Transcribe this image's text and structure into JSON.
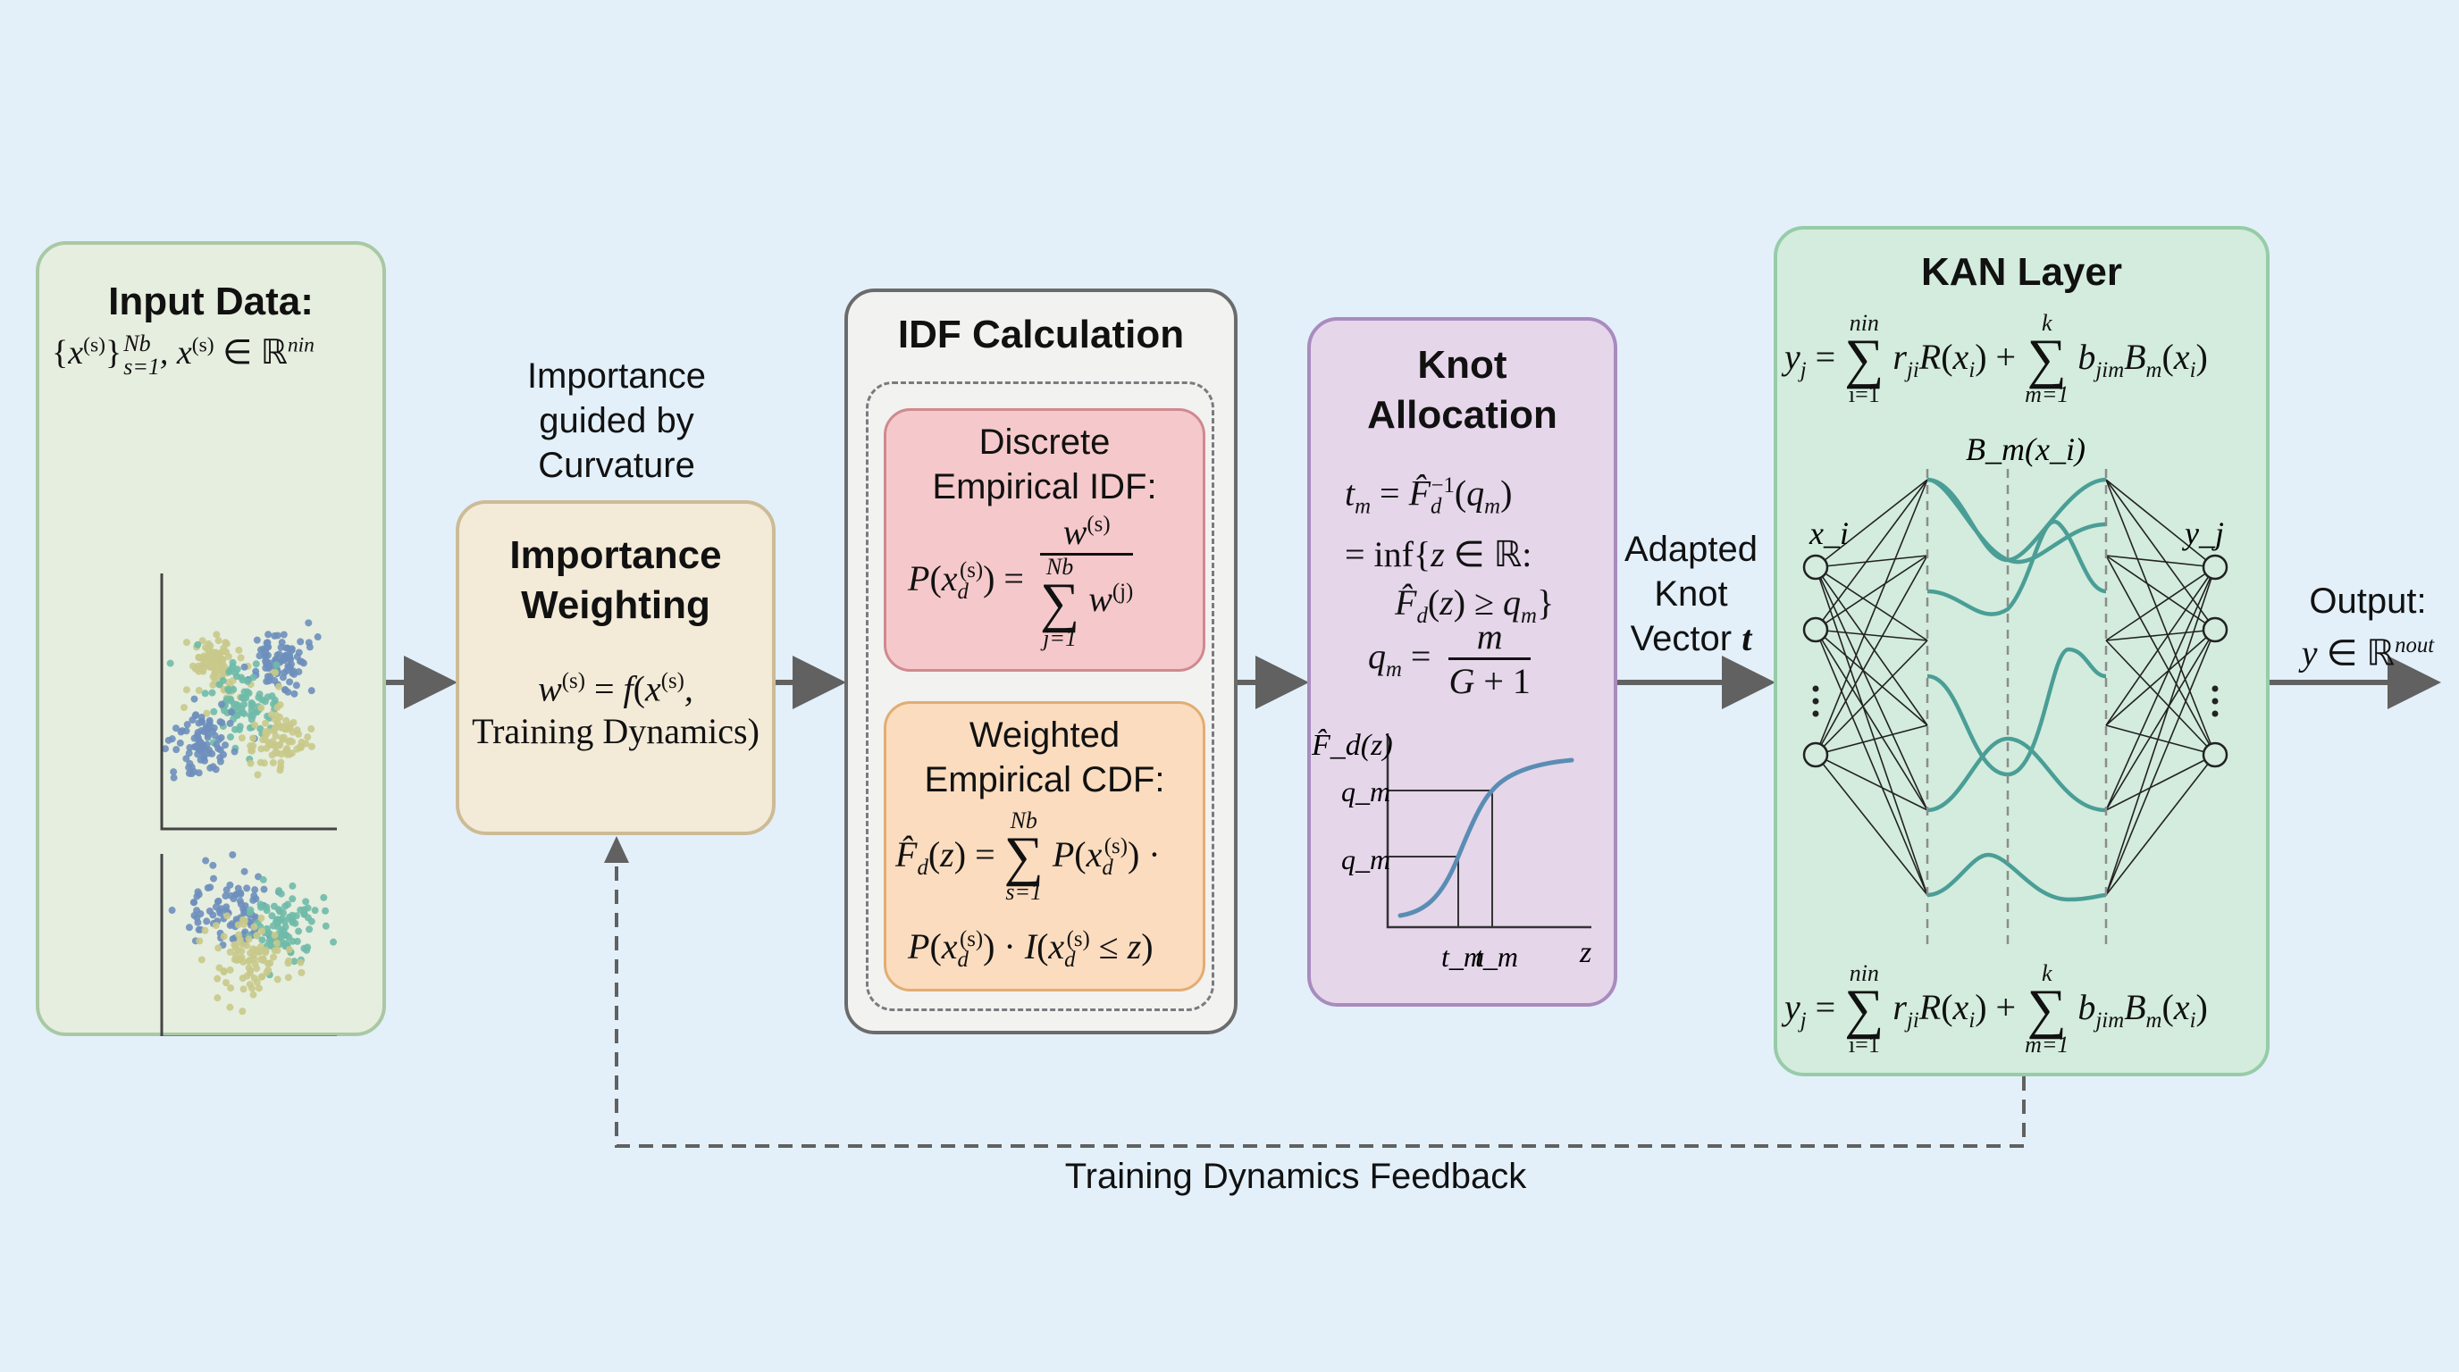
{
  "input_box": {
    "title": "Input Data:",
    "formula": {
      "set": "{x^(s)}",
      "upper": "Nb",
      "lower": "s=1",
      "rest": ", x^(s) ∈ ℝ^nin"
    },
    "plots": [
      {
        "name": "four-cluster-cross",
        "clusters": [
          "yellow",
          "blue",
          "teal",
          "blue",
          "yellow"
        ]
      },
      {
        "name": "overlapping-clusters",
        "clusters": [
          "blue",
          "teal",
          "yellow"
        ]
      },
      {
        "name": "diagonal-clusters",
        "clusters": [
          "yellow",
          "teal",
          "blue"
        ]
      }
    ]
  },
  "annotation_above_weighting": [
    "Importance",
    "guided by",
    "Curvature"
  ],
  "weighting_box": {
    "title_lines": [
      "Importance",
      "Weighting"
    ],
    "formula_line1": "w^(s) = f(x^(s),",
    "formula_line2": "Training Dynamics)"
  },
  "idf_box": {
    "title": "IDF Calculation",
    "discrete": {
      "title_lines": [
        "Discrete",
        "Empirical IDF:"
      ],
      "lhs": "P(x_d^(s)) =",
      "numerator": "w^(s)",
      "sum_upper": "Nb",
      "sum_lower": "j=1",
      "denominator_term": "w^(j)"
    },
    "weighted": {
      "title_lines": [
        "Weighted",
        "Empirical CDF:"
      ],
      "lhs": "F̂_d(z) =",
      "sum_upper": "Nb",
      "sum_lower": "s=1",
      "term1": "P(x_d^(s)) ·",
      "line2": "P(x_d^(s)) · I(x_d^(s) ≤ z)"
    }
  },
  "knot_box": {
    "title_lines": [
      "Knot",
      "Allocation"
    ],
    "formula_lines": [
      "t_m = F̂_d^-1(q_m)",
      "= inf{z ∈ ℝ:",
      "F̂_d(z) ≥ q_m}"
    ],
    "qm_lhs": "q_m =",
    "qm_num": "m",
    "qm_den": "G + 1",
    "plot": {
      "ylabel": "F̂_d(z)",
      "xlabel": "z",
      "ytick_labels": [
        "q_m",
        "q_m"
      ],
      "xtick_labels": [
        "t_m",
        "t_m"
      ],
      "curve_color": "#5b8db4"
    }
  },
  "adapted_label": [
    "Adapted",
    "Knot",
    "Vector t"
  ],
  "kan_box": {
    "title": "KAN Layer",
    "formula": {
      "lhs": "y_j =",
      "sum1_upper": "nin",
      "sum1_lower": "i=1",
      "term1": "r_ji R(x_i) +",
      "sum2_upper": "k",
      "sum2_lower": "m=1",
      "term2": "b_jim B_m(x_i)"
    },
    "basis_label": "B_m(x_i)",
    "input_label": "x_i",
    "output_label": "y_j",
    "spline_color": "#4a9e96"
  },
  "output_label": [
    "Output:",
    "y ∈ ℝ^nout"
  ],
  "feedback_label": "Training Dynamics Feedback",
  "colors": {
    "background": "#e3f0fa",
    "input_fill": "#e6eedf",
    "input_border": "#a9c8a3",
    "weighting_fill": "#f3ead8",
    "weighting_border": "#cdbb97",
    "idf_fill": "#f2f2f0",
    "idf_border": "#6b6b6b",
    "discrete_fill": "#f5c9cb",
    "discrete_border": "#cf8a8f",
    "weighted_fill": "#fbdcbf",
    "weighted_border": "#e2ad72",
    "knot_fill": "#e5d6ea",
    "knot_border": "#a98bbf",
    "kan_fill": "#d3ecdd",
    "kan_border": "#96cca7",
    "arrow": "#616161"
  }
}
